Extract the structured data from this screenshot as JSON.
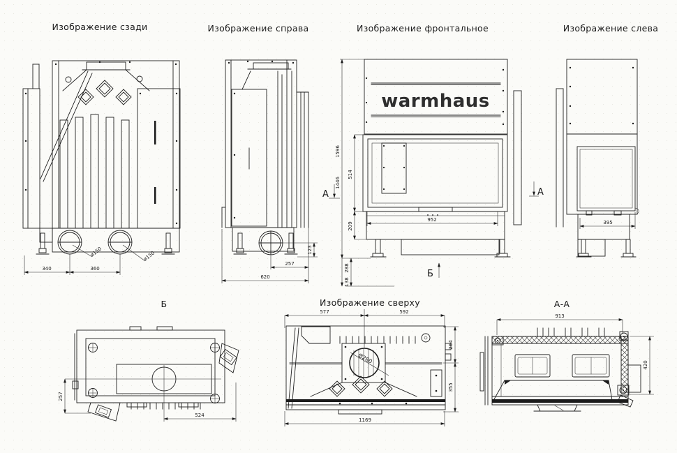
{
  "drawing": {
    "background": "#fbfbf8",
    "line_color": "#1f1f1f",
    "brand_logo": "warmhaus",
    "views": {
      "rear": {
        "title": "Изображение сзади",
        "dims": {
          "w_left": "340",
          "w_right": "360",
          "pipe_left": "ø150",
          "pipe_right": "ø150"
        }
      },
      "right": {
        "title": "Изображение справа",
        "dims": {
          "h_outlet": "123",
          "w_outlet": "257",
          "depth": "620"
        }
      },
      "front": {
        "title": "Изображение фронтальное",
        "dims": {
          "h_total": "1446",
          "h_max": "1596",
          "h_glass": "514",
          "h_plinth": "209",
          "leg_min": "138",
          "leg_max": "288",
          "w_glass": "952"
        },
        "section_marker_a": "А",
        "section_marker_b": "Б"
      },
      "left": {
        "title": "Изображение слева",
        "dims": {
          "depth_glass": "395"
        },
        "section_marker_a": "А"
      },
      "bottom": {
        "title": "Б",
        "dims": {
          "d257": "257",
          "d524": "524"
        }
      },
      "top": {
        "title": "Изображение сверху",
        "dims": {
          "w_left": "577",
          "w_right": "592",
          "d_back": "264",
          "d_front": "355",
          "w_total": "1169",
          "flue": "Ø280"
        }
      },
      "section_aa": {
        "title": "А-А",
        "dims": {
          "w_inner": "913",
          "h_inner": "420"
        }
      }
    }
  }
}
